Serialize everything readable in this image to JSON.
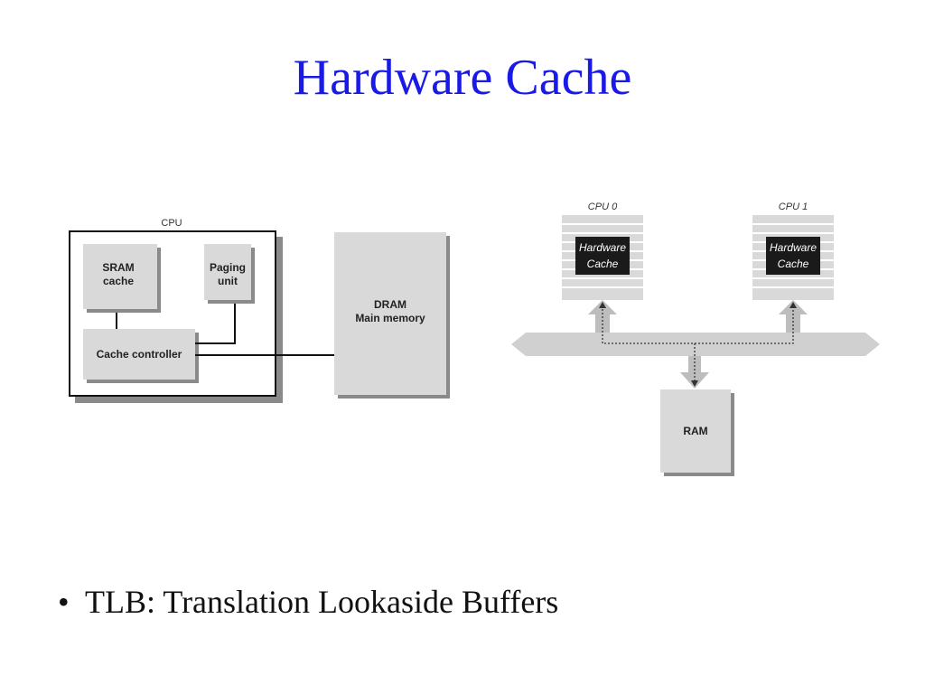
{
  "slide": {
    "title": "Hardware Cache",
    "bullets": [
      "TLB: Translation Lookaside Buffers"
    ]
  },
  "diagram_left": {
    "cpu_label": "CPU",
    "sram_line1": "SRAM",
    "sram_line2": "cache",
    "paging_line1": "Paging",
    "paging_line2": "unit",
    "controller": "Cache controller",
    "dram_line1": "DRAM",
    "dram_line2": "Main memory"
  },
  "diagram_right": {
    "cpu0_label": "CPU 0",
    "cpu1_label": "CPU 1",
    "hw_line1": "Hardware",
    "hw_line2": "Cache",
    "ram": "RAM"
  },
  "colors": {
    "title": "#1a1ae6",
    "box_fill": "#d9d9d9",
    "shadow": "#8a8a8a",
    "chip_dark": "#1a1a1a"
  }
}
